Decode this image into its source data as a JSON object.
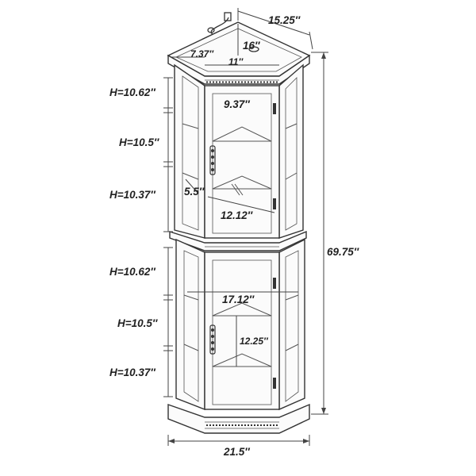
{
  "dimensions": {
    "top_depth": "15.25″",
    "top_side": "16″",
    "top_left": "7.37″",
    "top_front": "11″",
    "inner_top_width": "9.37″",
    "upper_side": "5.5″",
    "upper_depth": "12.12″",
    "lower_width": "17.12″",
    "lower_depth": "12.25″",
    "overall_height": "69.75″",
    "base_width": "21.5″"
  },
  "shelf_heights": {
    "upper": [
      "H=10.62″",
      "H=10.5″",
      "H=10.37″"
    ],
    "lower": [
      "H=10.62″",
      "H=10.5″",
      "H=10.37″"
    ]
  },
  "colors": {
    "line": "#333333",
    "background": "#ffffff"
  }
}
